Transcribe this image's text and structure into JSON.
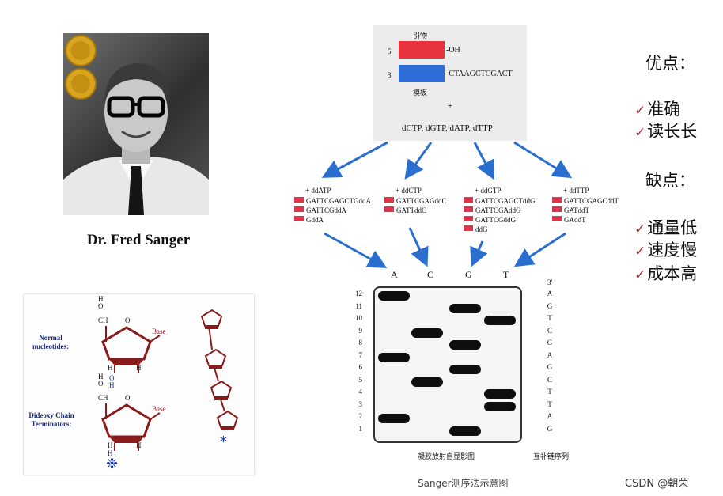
{
  "portrait": {
    "caption": "Dr. Fred Sanger"
  },
  "nucleotides": {
    "normal_label": "Normal nucleotides:",
    "dideoxy_label": "Dideoxy Chain Terminators:",
    "base_label": "Base",
    "h_label": "H",
    "o_label": "O",
    "oh_label": "OH",
    "ch2_label": "CH",
    "asterisk": "*",
    "snow": "❉"
  },
  "primer": {
    "five_prime": "5'",
    "three_prime": "3'",
    "primer_cn": "引物",
    "template_cn": "模板",
    "primer_end": "-OH",
    "template_seq": "-CTAAGCTCGACT",
    "plus": "+",
    "dntps": "dCTP, dGTP, dATP, dTTP",
    "primer_color": "#e8323c",
    "template_color": "#2d6fd6"
  },
  "lanes": [
    {
      "header": "+ ddATP",
      "frags": [
        "GATTCGAGCTGddA",
        "GATTCGddA",
        "GddA"
      ]
    },
    {
      "header": "+ ddCTP",
      "frags": [
        "GATTCGAGddC",
        "GATTddC"
      ]
    },
    {
      "header": "+ ddGTP",
      "frags": [
        "GATTCGAGCTddG",
        "GATTCGAddG",
        "GATTCGddG",
        "ddG"
      ]
    },
    {
      "header": "+ ddTTP",
      "frags": [
        "GATTCGAGCddT",
        "GATddT",
        "GAddT"
      ]
    }
  ],
  "gel": {
    "lane_labels": [
      "A",
      "C",
      "G",
      "T"
    ],
    "numbers": [
      "12",
      "11",
      "10",
      "9",
      "8",
      "7",
      "6",
      "5",
      "4",
      "3",
      "2",
      "1"
    ],
    "prime_label": "3'",
    "sequence": [
      "A",
      "G",
      "T",
      "C",
      "G",
      "A",
      "G",
      "C",
      "T",
      "T",
      "A",
      "G"
    ],
    "caption_left": "凝胶放射自显影图",
    "caption_right": "互补链序列",
    "title": "Sanger测序法示意图"
  },
  "pros_cons": {
    "pros_title": "优点：",
    "pros": [
      "准确",
      "读长长"
    ],
    "cons_title": "缺点：",
    "cons": [
      "通量低",
      "速度慢",
      "成本高"
    ],
    "check": "✓",
    "check_color": "#b03030"
  },
  "watermark": "CSDN @朝荣"
}
